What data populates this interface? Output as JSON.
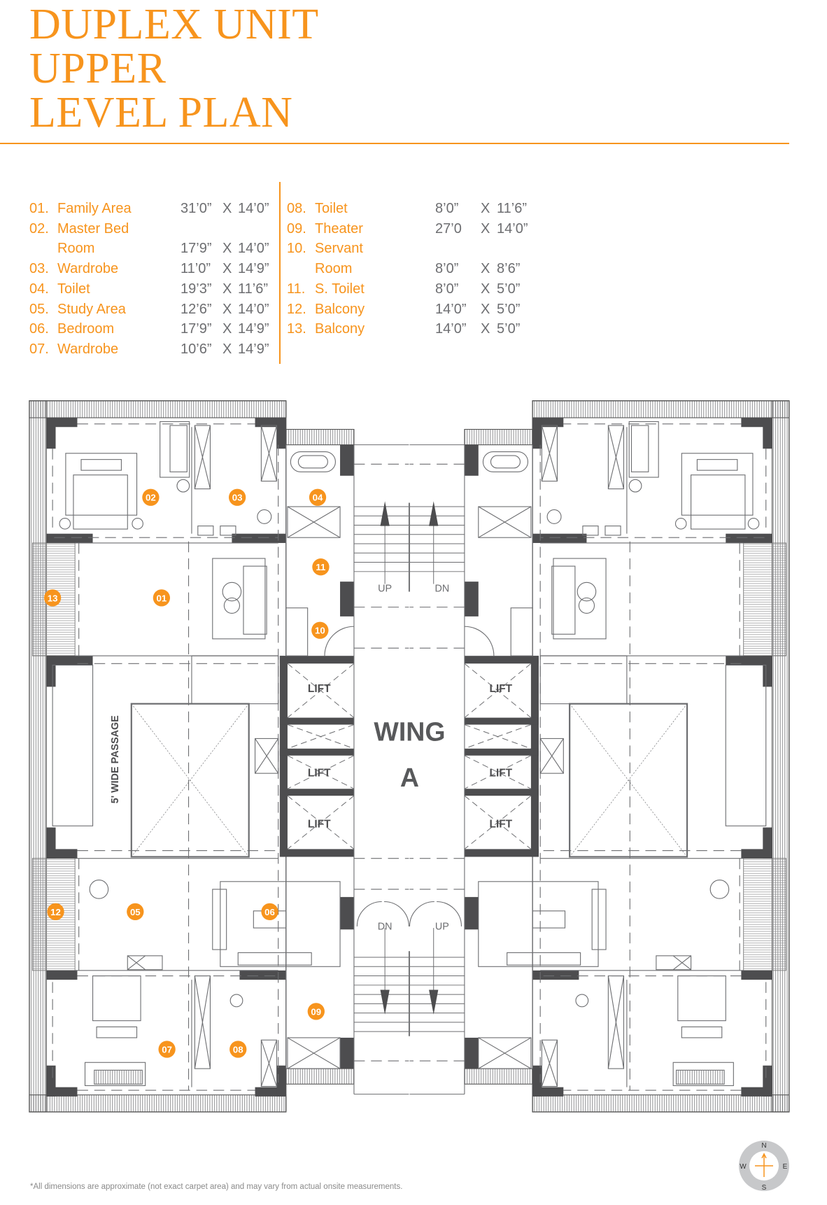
{
  "title": {
    "line1": "DUPLEX UNIT",
    "line2": "UPPER",
    "line3": "LEVEL PLAN"
  },
  "legend": {
    "left": [
      {
        "num": "01.",
        "label": "Family Area",
        "w": "31’0”",
        "x": "X",
        "h": "14’0”"
      },
      {
        "num": "02.",
        "label": "Master Bed",
        "w": "",
        "x": "",
        "h": ""
      },
      {
        "num": "",
        "label": "Room",
        "w": "17’9”",
        "x": "X",
        "h": "14’0”"
      },
      {
        "num": "03.",
        "label": "Wardrobe",
        "w": "11’0”",
        "x": "X",
        "h": "14’9”"
      },
      {
        "num": "04.",
        "label": "Toilet",
        "w": "19’3”",
        "x": "X",
        "h": "11’6”"
      },
      {
        "num": "05.",
        "label": "Study Area",
        "w": "12’6”",
        "x": "X",
        "h": "14’0”"
      },
      {
        "num": "06.",
        "label": "Bedroom",
        "w": "17’9”",
        "x": "X",
        "h": "14’9”"
      },
      {
        "num": "07.",
        "label": "Wardrobe",
        "w": "10’6”",
        "x": "X",
        "h": "14’9”"
      }
    ],
    "right": [
      {
        "num": "08.",
        "label": "Toilet",
        "w": "8’0”",
        "x": "X",
        "h": "11’6”"
      },
      {
        "num": "09.",
        "label": "Theater",
        "w": "27’0",
        "x": "X",
        "h": "14’0”"
      },
      {
        "num": "10.",
        "label": "Servant",
        "w": "",
        "x": "",
        "h": ""
      },
      {
        "num": "",
        "label": "Room",
        "w": "8’0”",
        "x": "X",
        "h": "8’6”"
      },
      {
        "num": "11.",
        "label": "S. Toilet",
        "w": "8’0”",
        "x": "X",
        "h": "5’0”"
      },
      {
        "num": "12.",
        "label": "Balcony",
        "w": "14’0”",
        "x": "X",
        "h": "5’0”"
      },
      {
        "num": "13.",
        "label": "Balcony",
        "w": "14’0”",
        "x": "X",
        "h": "5’0”"
      }
    ]
  },
  "plan": {
    "badges": [
      "02",
      "03",
      "04",
      "11",
      "01",
      "13",
      "10",
      "12",
      "05",
      "06",
      "07",
      "08",
      "09"
    ],
    "lift": "LIFT",
    "up": "UP",
    "dn": "DN",
    "wing": "WING",
    "wing_letter": "A",
    "passage": "5' WIDE PASSAGE"
  },
  "compass": {
    "n": "N",
    "s": "S",
    "e": "E",
    "w": "W"
  },
  "footnote": "*All dimensions are approximate (not exact carpet area) and may vary from actual onsite measurements.",
  "colors": {
    "accent": "#f7941d",
    "wall": "#4d4d4f",
    "line": "#6d6e71"
  }
}
